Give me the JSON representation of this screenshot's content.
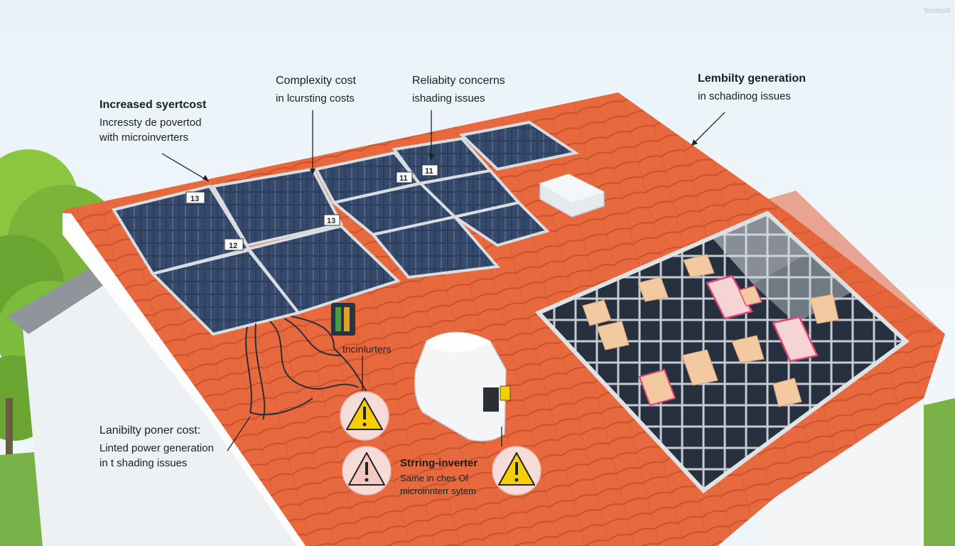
{
  "watermark": "Scetestil",
  "callouts": {
    "increased_cost": {
      "title": "Increased syertcost",
      "lines": [
        "Incressty de povertod",
        "with microinverters"
      ]
    },
    "complexity": {
      "title": "Complexity cost",
      "lines": [
        "in lcursting costs"
      ]
    },
    "reliability": {
      "title": "Reliabity concerns",
      "lines": [
        "ishading issues"
      ]
    },
    "generation": {
      "title": "Lembilty generation",
      "lines": [
        "in schadinog issues"
      ]
    },
    "power_cost": {
      "title": "Lanibilty poner cost:",
      "lines": [
        "Linted power generation",
        "in t shading issues"
      ]
    },
    "string_inverter": {
      "title": "Strring-inverter",
      "lines": [
        "Same in ches Of",
        "microinnterr sytem"
      ]
    }
  },
  "device_label": "tncinlurters",
  "panel_tags": [
    "13",
    "12",
    "13",
    "11",
    "11"
  ],
  "warning_signs": [
    {
      "name": "warning-icon-upper",
      "type": "caution-yellow"
    },
    {
      "name": "warning-icon-lower",
      "type": "caution-pink"
    },
    {
      "name": "warning-icon-inverter",
      "type": "caution-yellow"
    }
  ],
  "colors": {
    "roof_tile": "#e8693e",
    "roof_tile_dark": "#c9522d",
    "panel_cell": "#2c3e5c",
    "panel_frame": "#d8dde2",
    "shaded_cell": "#f2c9a0",
    "hotspot": "#e0467a",
    "warning_yellow": "#f5d000",
    "grass": "#7ab24a",
    "tree": "#8cc63f"
  }
}
